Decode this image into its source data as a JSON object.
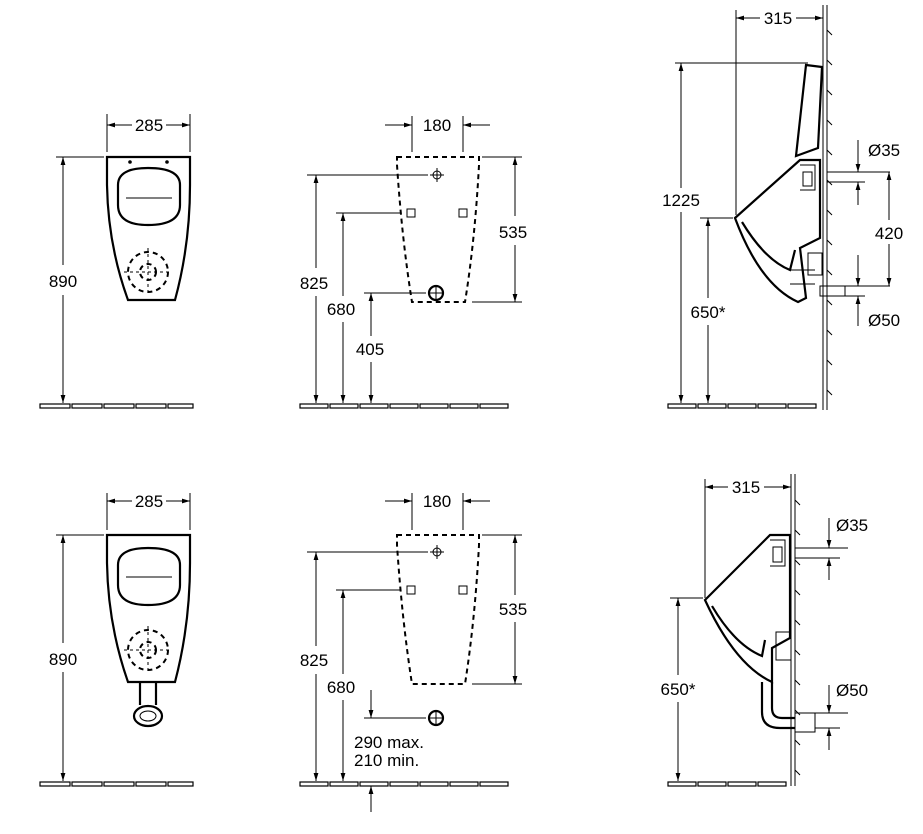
{
  "top_row": {
    "front_view": {
      "width": "285",
      "height": "890"
    },
    "mounting_plan": {
      "width": "180",
      "height_total": "825",
      "height_fixing": "680",
      "height_outlet": "405",
      "height_plan": "535"
    },
    "side_view": {
      "depth": "315",
      "height_total": "1225",
      "height_rim": "650*",
      "spacing": "420",
      "inlet_diameter": "Ø35",
      "outlet_diameter": "Ø50"
    }
  },
  "bottom_row": {
    "front_view": {
      "width": "285",
      "height": "890"
    },
    "mounting_plan": {
      "width": "180",
      "height_total": "825",
      "height_fixing": "680",
      "height_plan": "535",
      "outlet_max": "290 max.",
      "outlet_min": "210 min."
    },
    "side_view": {
      "depth": "315",
      "height_rim": "650*",
      "inlet_diameter": "Ø35",
      "outlet_diameter": "Ø50"
    }
  },
  "icons": [
    "arrow-icon",
    "crosshair-icon"
  ]
}
